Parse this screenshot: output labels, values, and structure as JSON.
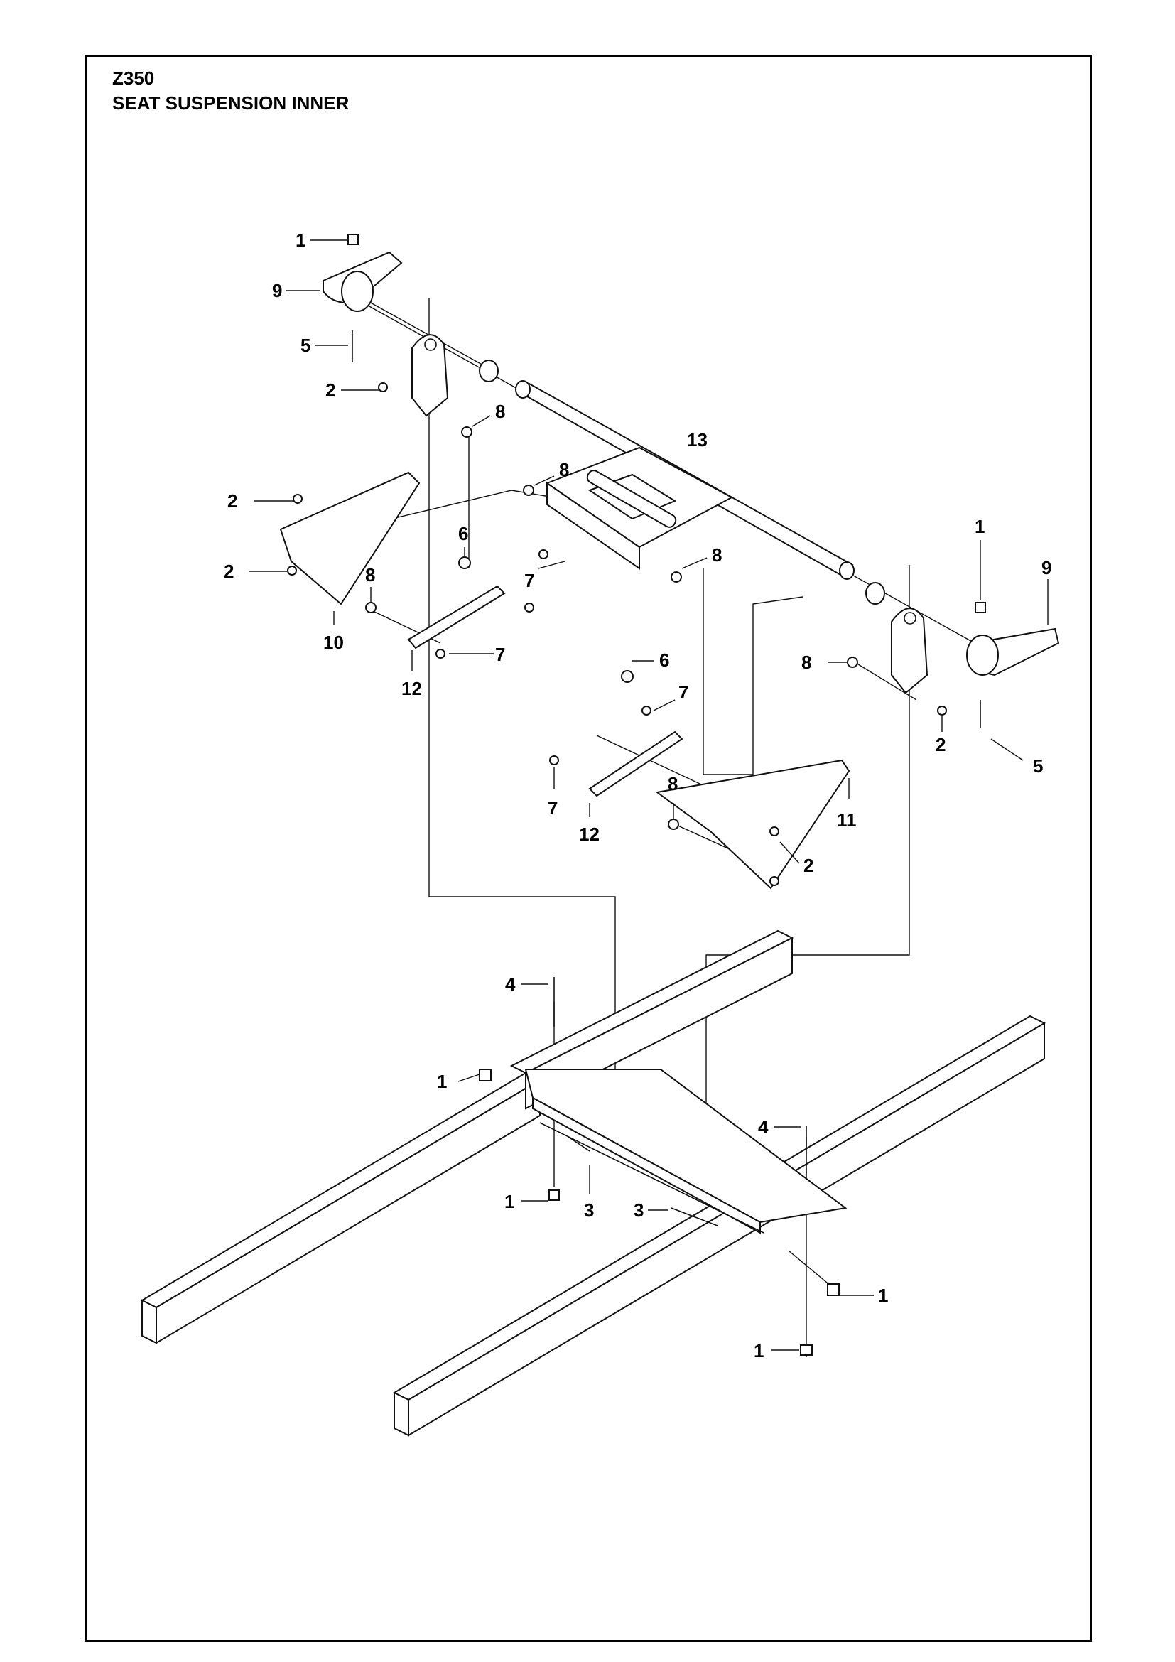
{
  "header": {
    "model": "Z350",
    "title": "SEAT SUSPENSION INNER"
  },
  "callouts": [
    {
      "label": "1"
    },
    {
      "label": "9"
    },
    {
      "label": "5"
    },
    {
      "label": "2"
    },
    {
      "label": "8"
    },
    {
      "label": "13"
    },
    {
      "label": "8"
    },
    {
      "label": "2"
    },
    {
      "label": "6"
    },
    {
      "label": "7"
    },
    {
      "label": "8"
    },
    {
      "label": "2"
    },
    {
      "label": "8"
    },
    {
      "label": "7"
    },
    {
      "label": "10"
    },
    {
      "label": "12"
    },
    {
      "label": "1"
    },
    {
      "label": "9"
    },
    {
      "label": "6"
    },
    {
      "label": "7"
    },
    {
      "label": "8"
    },
    {
      "label": "2"
    },
    {
      "label": "5"
    },
    {
      "label": "7"
    },
    {
      "label": "8"
    },
    {
      "label": "12"
    },
    {
      "label": "11"
    },
    {
      "label": "2"
    },
    {
      "label": "4"
    },
    {
      "label": "1"
    },
    {
      "label": "4"
    },
    {
      "label": "1"
    },
    {
      "label": "3"
    },
    {
      "label": "3"
    },
    {
      "label": "1"
    },
    {
      "label": "1"
    }
  ]
}
